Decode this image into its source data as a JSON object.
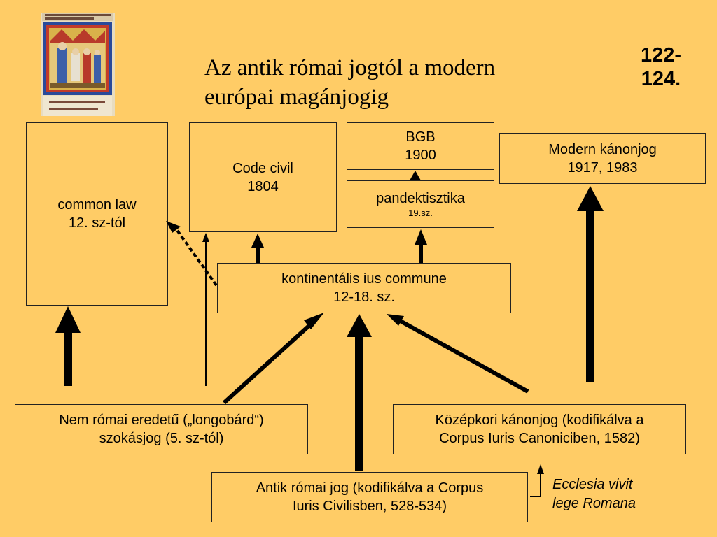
{
  "title": {
    "line1": "Az antik római jogtól a modern",
    "line2": "európai magánjogig"
  },
  "pages": {
    "line1": "122-",
    "line2": "124."
  },
  "boxes": {
    "common_law": {
      "line1": "common law",
      "line2": "12. sz-tól"
    },
    "code_civil": {
      "line1": "Code civil",
      "line2": "1804"
    },
    "bgb": {
      "line1": "BGB",
      "line2": "1900"
    },
    "pandektisztika": {
      "line1": "pandektisztika",
      "line2": "19.sz."
    },
    "modern_kanonjog": {
      "line1": "Modern kánonjog",
      "line2": "1917, 1983"
    },
    "ius_commune": {
      "line1": "kontinentális ius commune",
      "line2": "12-18. sz."
    },
    "szokasjog": {
      "line1": "Nem római eredetű („longobárd“)",
      "line2": "szokásjog (5. sz-tól)"
    },
    "kozepkori_kanonjog": {
      "line1": "Középkori kánonjog (kodifikálva a",
      "line2": "Corpus Iuris Canoniciben, 1582)"
    },
    "antik_romai_jog": {
      "line1": "Antik római jog (kodifikálva a Corpus",
      "line2": "Iuris Civilisben, 528-534)"
    }
  },
  "note": {
    "line1": "Ecclesia vivit",
    "line2": "lege Romana"
  },
  "colors": {
    "background": "#FFCC66",
    "lines": "#000000"
  }
}
